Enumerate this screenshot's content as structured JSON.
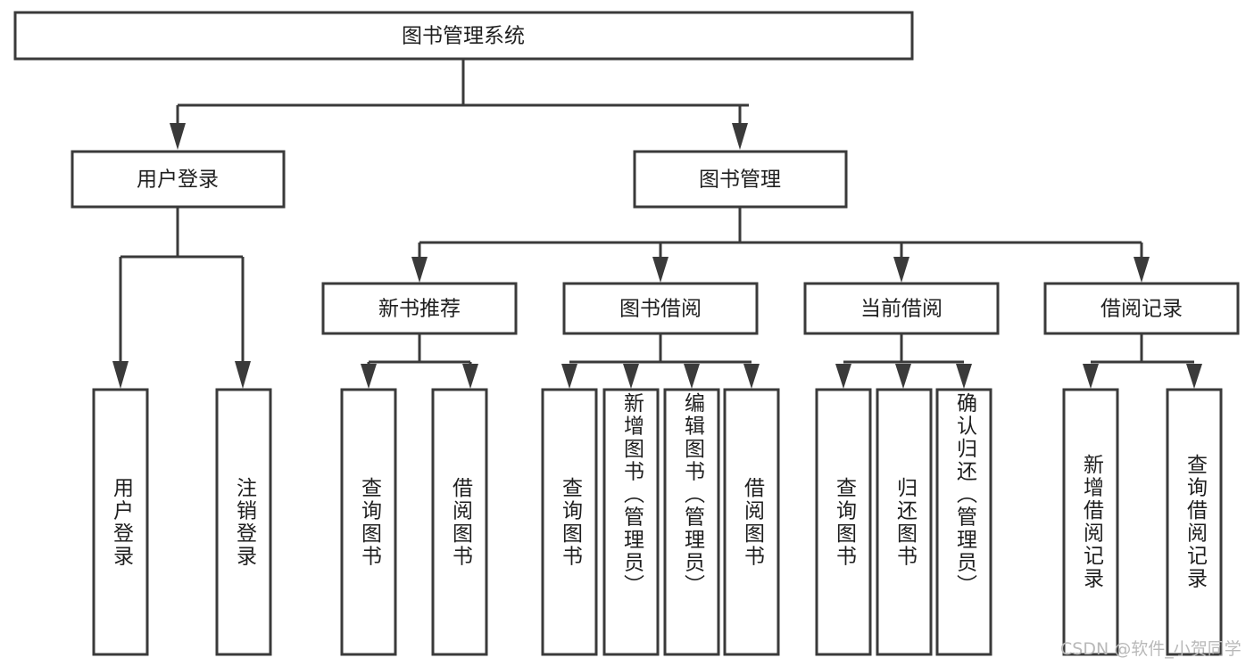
{
  "diagram": {
    "title": "图书管理系统",
    "type": "hierarchy-tree",
    "root": {
      "id": "root",
      "label": "图书管理系统",
      "orientation": "horizontal"
    },
    "level2": [
      {
        "id": "user-login",
        "label": "用户登录",
        "orientation": "horizontal"
      },
      {
        "id": "book-management",
        "label": "图书管理",
        "orientation": "horizontal"
      }
    ],
    "level3": [
      {
        "id": "new-book-recommend",
        "label": "新书推荐",
        "orientation": "horizontal",
        "parent": "book-management"
      },
      {
        "id": "book-borrow",
        "label": "图书借阅",
        "orientation": "horizontal",
        "parent": "book-management"
      },
      {
        "id": "current-borrow",
        "label": "当前借阅",
        "orientation": "horizontal",
        "parent": "book-management"
      },
      {
        "id": "borrow-record",
        "label": "借阅记录",
        "orientation": "horizontal",
        "parent": "book-management"
      }
    ],
    "leaves": [
      {
        "id": "leaf-user-login",
        "label": "用户登录",
        "parent": "user-login",
        "orientation": "vertical",
        "align": "middle"
      },
      {
        "id": "leaf-logout-login",
        "label": "注销登录",
        "parent": "user-login",
        "orientation": "vertical",
        "align": "middle"
      },
      {
        "id": "leaf-query-book-1",
        "label": "查询图书",
        "parent": "new-book-recommend",
        "orientation": "vertical",
        "align": "middle"
      },
      {
        "id": "leaf-borrow-book-1",
        "label": "借阅图书",
        "parent": "new-book-recommend",
        "orientation": "vertical",
        "align": "middle"
      },
      {
        "id": "leaf-query-book-2",
        "label": "查询图书",
        "parent": "book-borrow",
        "orientation": "vertical",
        "align": "middle"
      },
      {
        "id": "leaf-add-book",
        "label": "新增图书（管理员）",
        "parent": "book-borrow",
        "orientation": "vertical",
        "align": "top"
      },
      {
        "id": "leaf-edit-book",
        "label": "编辑图书（管理员）",
        "parent": "book-borrow",
        "orientation": "vertical",
        "align": "top"
      },
      {
        "id": "leaf-borrow-book-2",
        "label": "借阅图书",
        "parent": "book-borrow",
        "orientation": "vertical",
        "align": "middle"
      },
      {
        "id": "leaf-query-book-3",
        "label": "查询图书",
        "parent": "current-borrow",
        "orientation": "vertical",
        "align": "middle"
      },
      {
        "id": "leaf-return-book",
        "label": "归还图书",
        "parent": "current-borrow",
        "orientation": "vertical",
        "align": "middle"
      },
      {
        "id": "leaf-confirm-return",
        "label": "确认归还（管理员）",
        "parent": "current-borrow",
        "orientation": "vertical",
        "align": "top"
      },
      {
        "id": "leaf-add-record",
        "label": "新增借阅记录",
        "parent": "borrow-record",
        "orientation": "vertical",
        "align": "middle"
      },
      {
        "id": "leaf-query-record",
        "label": "查询借阅记录",
        "parent": "borrow-record",
        "orientation": "vertical",
        "align": "middle"
      }
    ],
    "colors": {
      "stroke": "#3a3a3a",
      "fill": "#ffffff",
      "text": "#1f1f1f",
      "watermark": "#b9b9b9"
    }
  },
  "watermark": {
    "text": "CSDN @软件_小贺同学"
  }
}
